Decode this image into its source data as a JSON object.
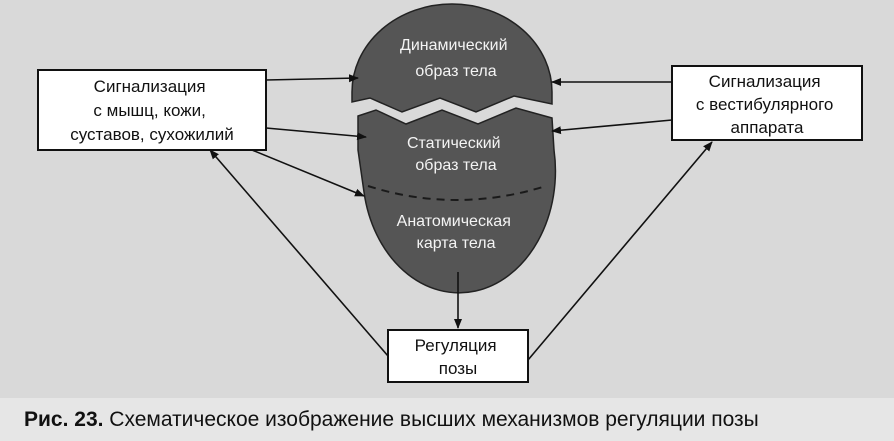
{
  "diagram": {
    "regions": {
      "dynamic": [
        "Динамический",
        "образ тела"
      ],
      "static": [
        "Статический",
        "образ тела"
      ],
      "anatomical": [
        "Анатомическая",
        "карта тела"
      ]
    },
    "boxes": {
      "left": [
        "Сигнализация",
        "с мышц, кожи,",
        "суставов, сухожилий"
      ],
      "right": [
        "Сигнализация",
        "с вестибулярного",
        "аппарата"
      ],
      "bottom": [
        "Регуляция",
        "позы"
      ]
    }
  },
  "caption": {
    "number": "Рис. 23.",
    "text": " Схематическое изображение высших механизмов регуляции позы"
  },
  "colors": {
    "page_background": "#d9d9d9",
    "disc_fill": "#555555",
    "box_fill": "#ffffff",
    "line": "#111111"
  }
}
